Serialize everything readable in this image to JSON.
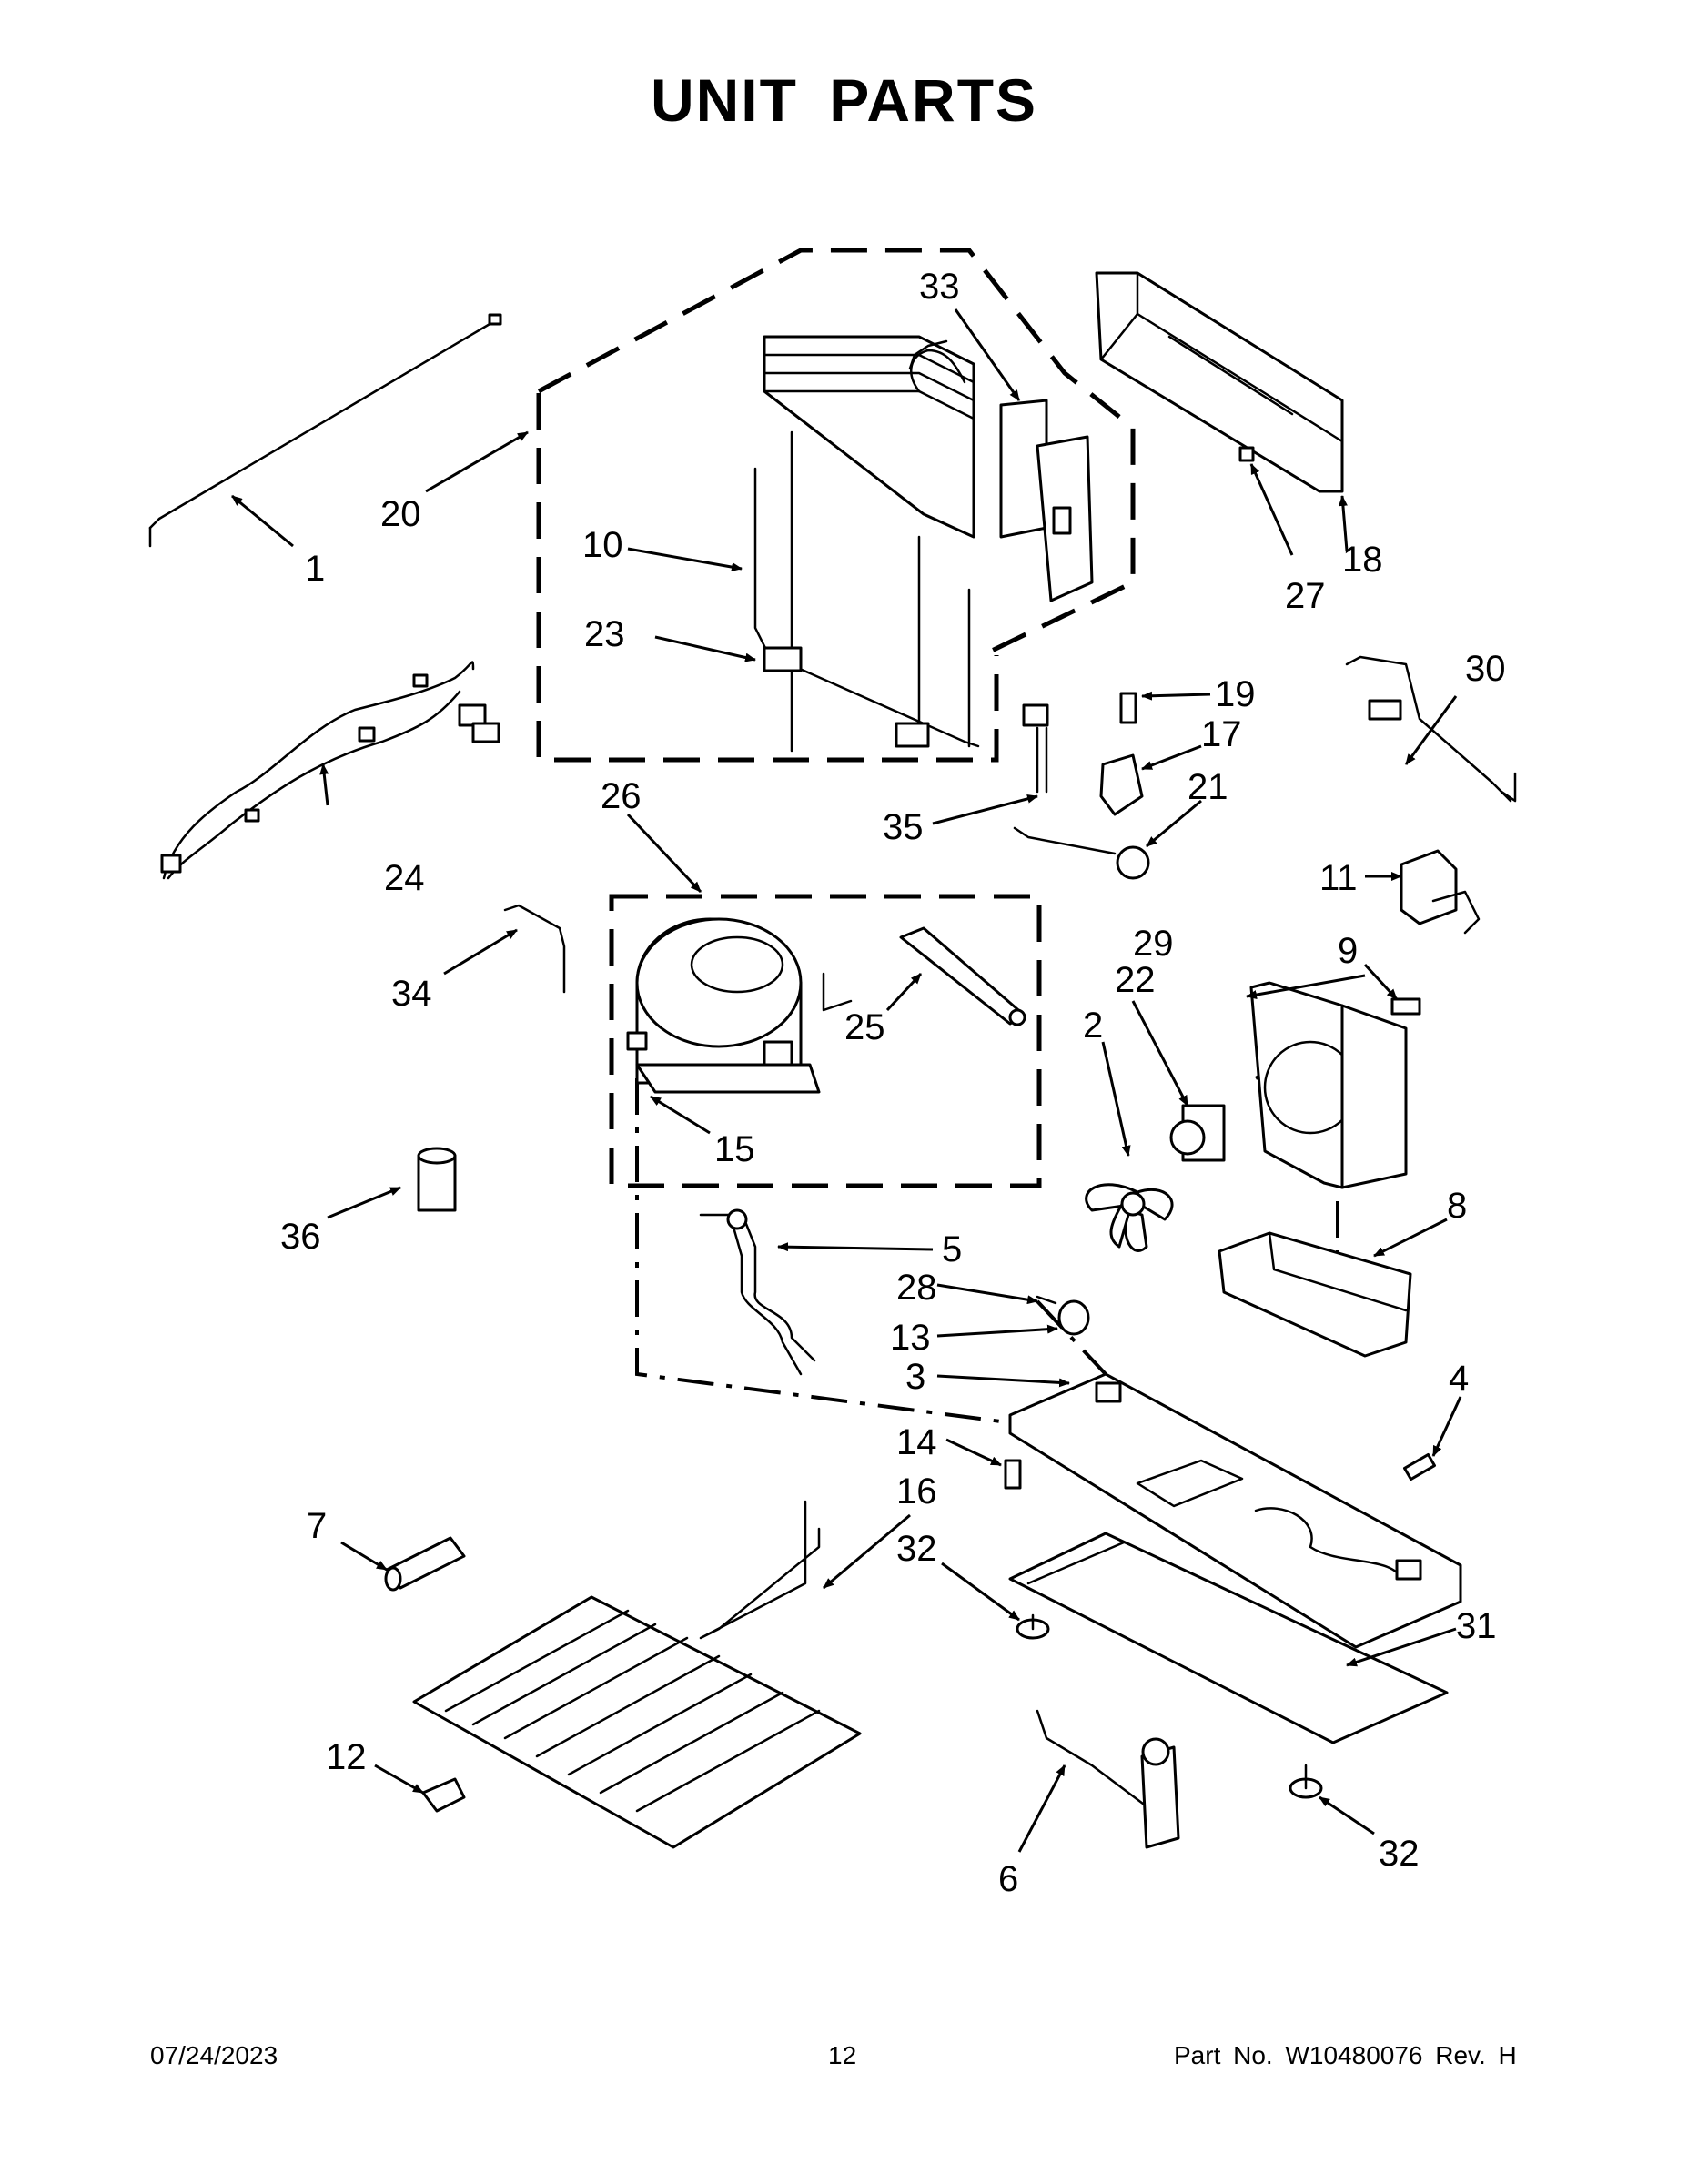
{
  "title": "UNIT PARTS",
  "footer": {
    "date": "07/24/2023",
    "page": "12",
    "part_number": "Part No.  W10480076  Rev.  H"
  },
  "callouts": [
    "1",
    "2",
    "3",
    "4",
    "5",
    "6",
    "7",
    "8",
    "9",
    "10",
    "11",
    "12",
    "13",
    "14",
    "15",
    "16",
    "17",
    "18",
    "19",
    "20",
    "21",
    "22",
    "23",
    "24",
    "25",
    "26",
    "27",
    "28",
    "29",
    "30",
    "31",
    "32",
    "32",
    "33",
    "34",
    "35",
    "36"
  ]
}
